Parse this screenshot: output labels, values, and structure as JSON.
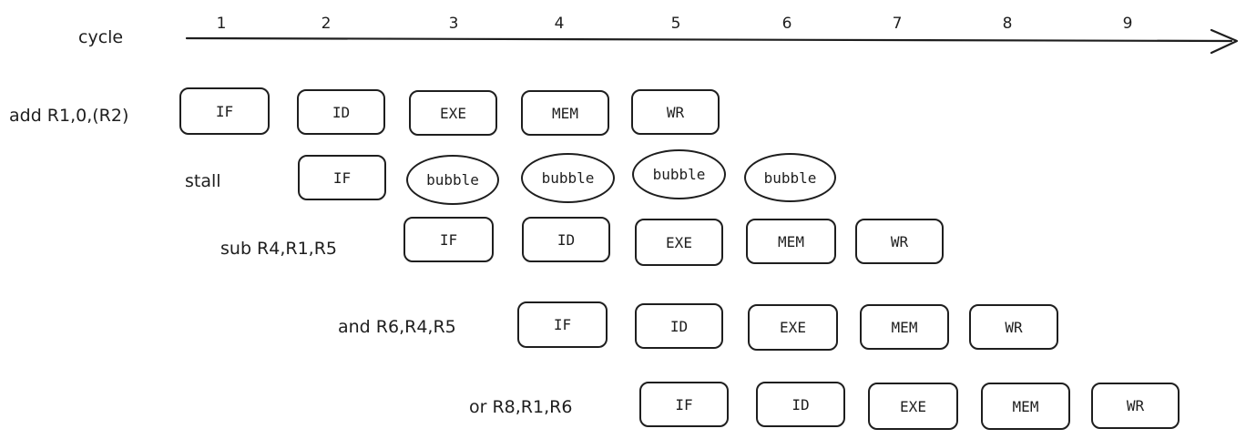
{
  "axis": {
    "label": "cycle",
    "cycles": [
      "1",
      "2",
      "3",
      "4",
      "5",
      "6",
      "7",
      "8",
      "9"
    ]
  },
  "rows": [
    {
      "label": "add R1,0,(R2)",
      "stages": [
        "IF",
        "ID",
        "EXE",
        "MEM",
        "WR"
      ]
    },
    {
      "label": "stall",
      "stages": [
        "IF",
        "bubble",
        "bubble",
        "bubble",
        "bubble"
      ]
    },
    {
      "label": "sub R4,R1,R5",
      "stages": [
        "IF",
        "ID",
        "EXE",
        "MEM",
        "WR"
      ]
    },
    {
      "label": "and R6,R4,R5",
      "stages": [
        "IF",
        "ID",
        "EXE",
        "MEM",
        "WR"
      ]
    },
    {
      "label": "or R8,R1,R6",
      "stages": [
        "IF",
        "ID",
        "EXE",
        "MEM",
        "WR"
      ]
    }
  ]
}
